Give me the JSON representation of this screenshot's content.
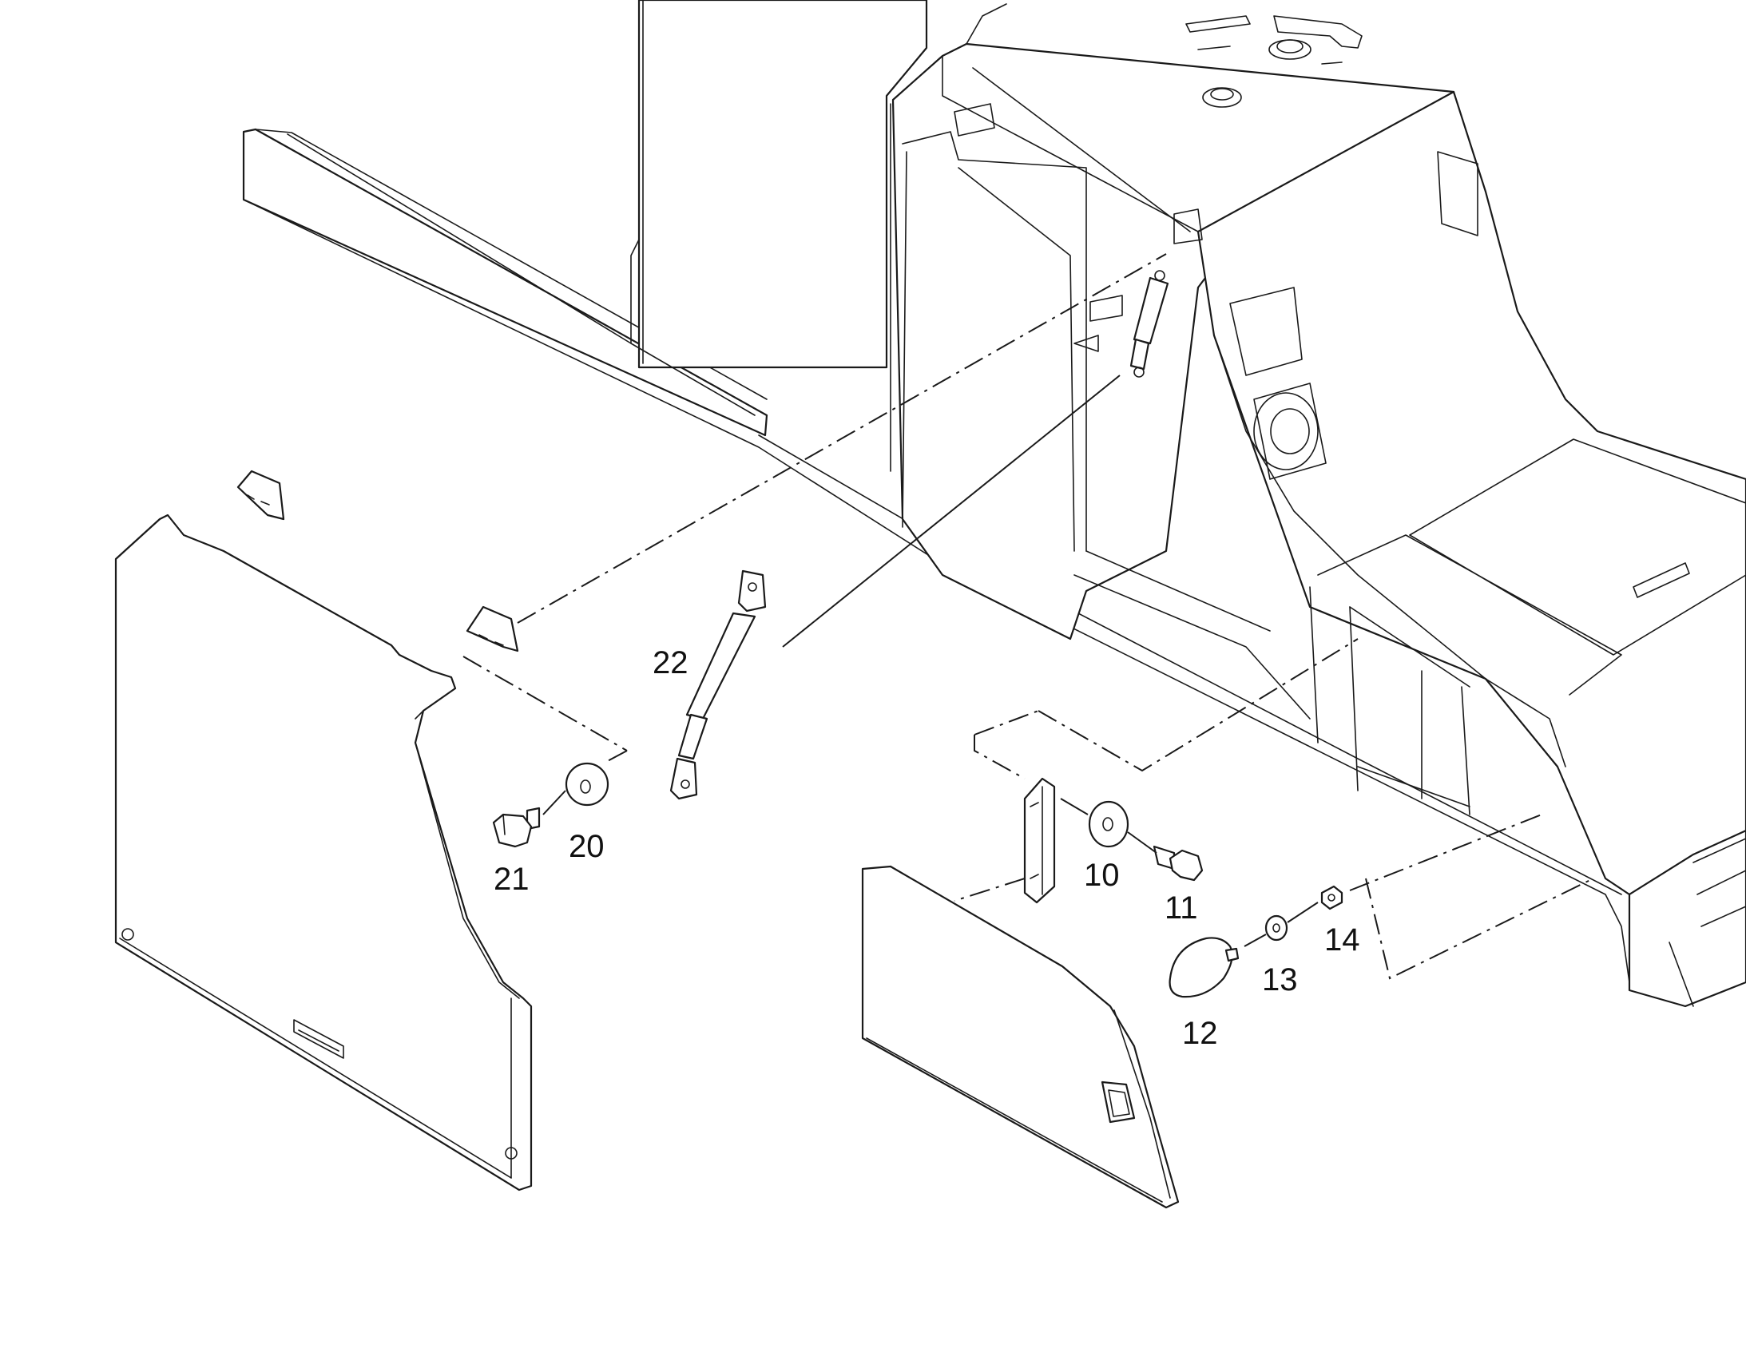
{
  "callouts": {
    "c10": "10",
    "c11": "11",
    "c12": "12",
    "c13": "13",
    "c14": "14",
    "c20": "20",
    "c21": "21",
    "c22": "22"
  },
  "colors": {
    "line": "#1a1a1a",
    "background": "#ffffff"
  }
}
